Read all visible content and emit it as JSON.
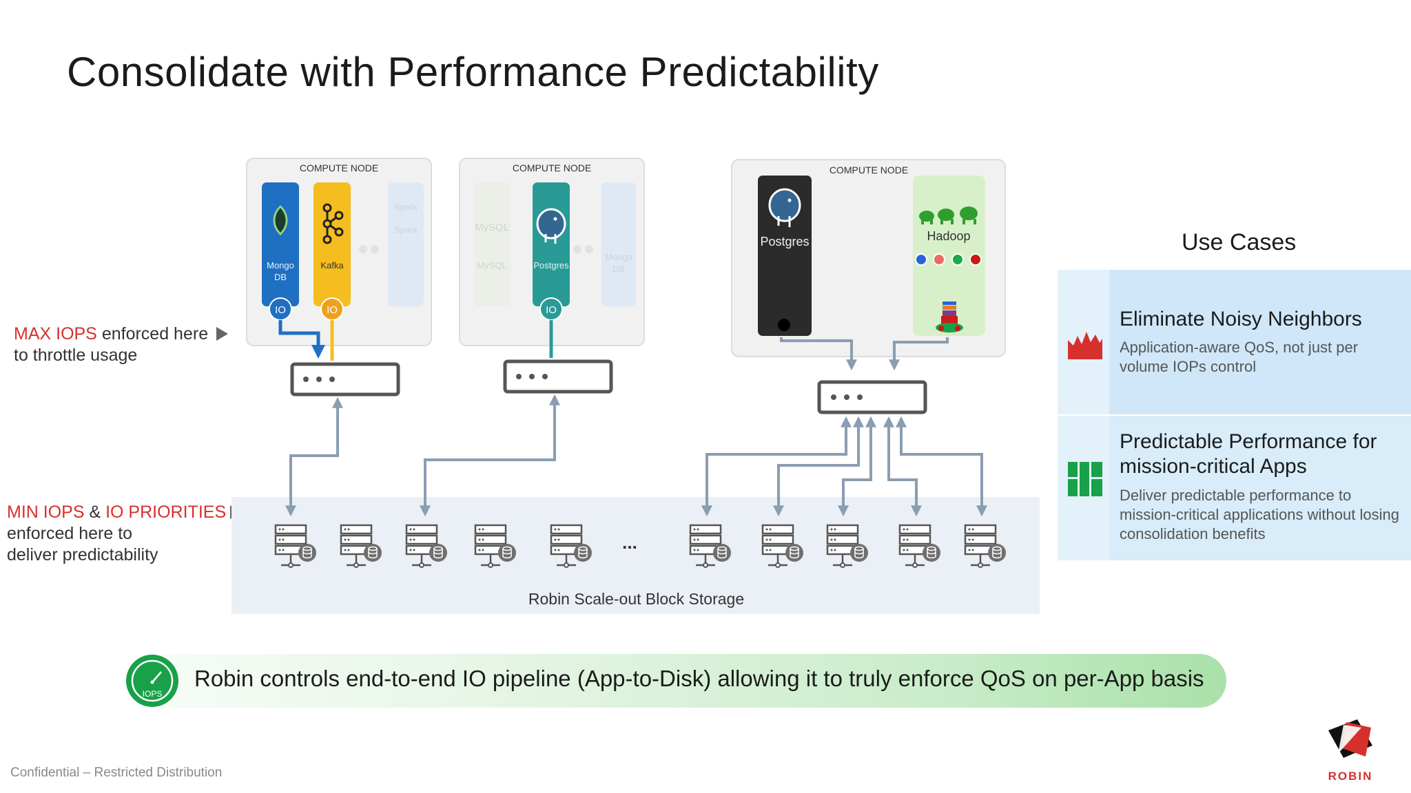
{
  "title": "Consolidate with Performance Predictability",
  "compute_nodes": [
    {
      "label": "COMPUTE NODE",
      "apps": [
        "Mongo",
        "DB",
        "Kafka"
      ],
      "faded": [
        "Spark",
        "Spark"
      ],
      "io": [
        "IO",
        "IO"
      ]
    },
    {
      "label": "COMPUTE NODE",
      "apps": [
        "Postgres"
      ],
      "faded": [
        "MySQL",
        "MySQL",
        "Mongo",
        "DB"
      ],
      "io": [
        "IO"
      ]
    },
    {
      "label": "COMPUTE NODE",
      "apps": [
        "Postgres",
        "Hadoop"
      ]
    }
  ],
  "annotations": {
    "max": {
      "red": "MAX IOPS",
      "rest": " enforced here",
      "line2": "to throttle usage"
    },
    "min": {
      "red1": "MIN IOPS",
      "amp": " & ",
      "red2": "IO PRIORITIES",
      "line2": "enforced here to",
      "line3": "deliver predictability"
    }
  },
  "storage": {
    "label": "Robin Scale-out Block Storage",
    "ellipsis": "..."
  },
  "use_cases": {
    "title": "Use Cases",
    "items": [
      {
        "heading": "Eliminate Noisy Neighbors",
        "desc_line1": "Application-aware QoS, not just per",
        "desc_line2": "volume IOPs control"
      },
      {
        "heading_line1": "Predictable Performance for",
        "heading_line2": "mission-critical Apps",
        "desc_line1": "Deliver predictable performance to",
        "desc_line2": "mission-critical applications without losing",
        "desc_line3": "consolidation benefits"
      }
    ]
  },
  "banner": {
    "text": "Robin controls end-to-end IO pipeline (App-to-Disk) allowing it to truly enforce QoS on per-App basis",
    "gauge_label": "IOPS"
  },
  "footer": "Confidential – Restricted Distribution",
  "logo_text": "ROBIN",
  "colors": {
    "mongo": "#1f6fc2",
    "kafka": "#f5bd1f",
    "postgres": "#2a9a96",
    "dark": "#2b2b2b",
    "hadoop_bg": "#d7f0c9",
    "arrow": "#8a9db2",
    "red": "#d6302d",
    "green": "#19a14a"
  }
}
